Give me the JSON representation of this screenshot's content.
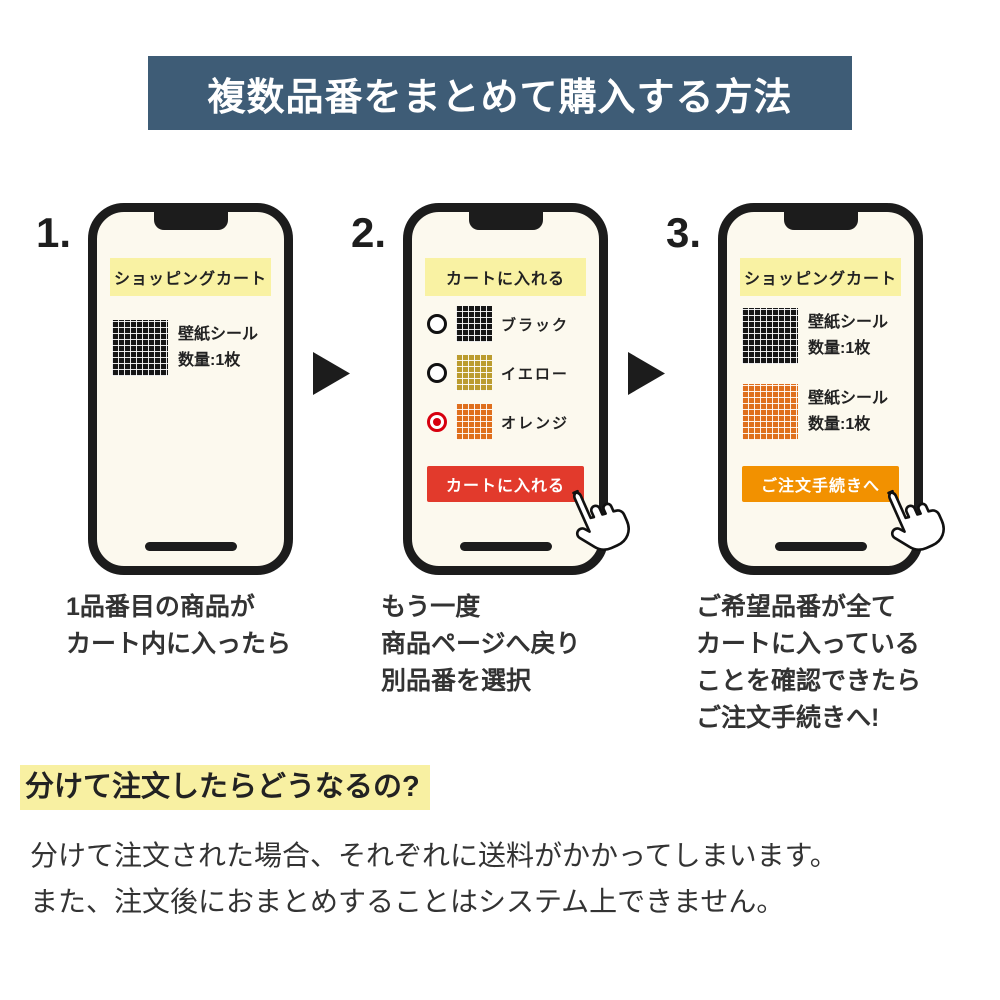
{
  "header": {
    "title": "複数品番をまとめて購入する方法",
    "bg_color": "#3e5c76"
  },
  "steps": [
    {
      "number": "1.",
      "phone": {
        "banner": "ショッピングカート",
        "items": [
          {
            "swatch": "black-grid",
            "lines": [
              "壁紙シール",
              "数量:1枚"
            ]
          }
        ]
      },
      "caption": [
        "1品番目の商品が",
        "カート内に入ったら"
      ]
    },
    {
      "number": "2.",
      "phone": {
        "banner": "カートに入れる",
        "options": [
          {
            "swatch": "black-grid",
            "label": "ブラック",
            "selected": false
          },
          {
            "swatch": "yellow-grid",
            "label": "イエロー",
            "selected": false
          },
          {
            "swatch": "orange-grid",
            "label": "オレンジ",
            "selected": true
          }
        ],
        "button": {
          "label": "カートに入れる",
          "color": "#e23a2c"
        }
      },
      "caption": [
        "もう一度",
        "商品ページへ戻り",
        "別品番を選択"
      ]
    },
    {
      "number": "3.",
      "phone": {
        "banner": "ショッピングカート",
        "items": [
          {
            "swatch": "black-grid",
            "lines": [
              "壁紙シール",
              "数量:1枚"
            ]
          },
          {
            "swatch": "orange-grid",
            "lines": [
              "壁紙シール",
              "数量:1枚"
            ]
          }
        ],
        "button": {
          "label": "ご注文手続きへ",
          "color": "#f29100"
        }
      },
      "caption": [
        "ご希望品番が全て",
        "カートに入っている",
        "ことを確認できたら",
        "ご注文手続きへ!"
      ]
    }
  ],
  "footer": {
    "heading": "分けて注文したらどうなるの?",
    "body": [
      "分けて注文された場合、それぞれに送料がかかってしまいます。",
      "また、注文後におまとめすることはシステム上できません。"
    ],
    "highlight_color": "#f8f0a2"
  },
  "colors": {
    "banner_yellow": "#f9f2a3",
    "button_red": "#e23a2c",
    "button_orange": "#f29100",
    "swatch_black": "#161616",
    "swatch_yellow": "#bb9c2f",
    "swatch_orange": "#df6f1d",
    "radio_selected_red": "#d7000f"
  }
}
